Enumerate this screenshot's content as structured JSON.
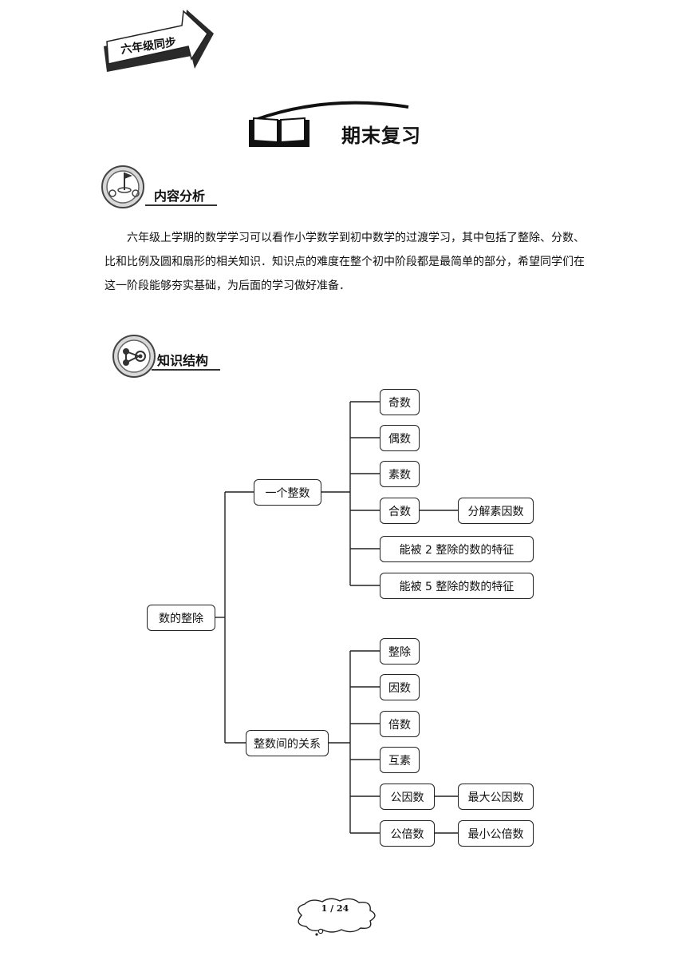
{
  "header": {
    "grade_tag": "六年级同步"
  },
  "page_title": "期末复习",
  "sections": {
    "content_analysis": "内容分析",
    "knowledge_structure": "知识结构"
  },
  "intro_text": "六年级上学期的数学学习可以看作小学数学到初中数学的过渡学习，其中包括了整除、分数、比和比例及圆和扇形的相关知识．知识点的难度在整个初中阶段都是最简单的部分，希望同学们在这一阶段能够夯实基础，为后面的学习做好准备．",
  "tree": {
    "root": "数的整除",
    "branches": [
      {
        "label": "一个整数",
        "children": [
          {
            "label": "奇数"
          },
          {
            "label": "偶数"
          },
          {
            "label": "素数"
          },
          {
            "label": "合数",
            "child": "分解素因数"
          },
          {
            "label": "能被 2 整除的数的特征"
          },
          {
            "label": "能被 5 整除的数的特征"
          }
        ]
      },
      {
        "label": "整数间的关系",
        "children": [
          {
            "label": "整除"
          },
          {
            "label": "因数"
          },
          {
            "label": "倍数"
          },
          {
            "label": "互素"
          },
          {
            "label": "公因数",
            "child": "最大公因数"
          },
          {
            "label": "公倍数",
            "child": "最小公倍数"
          }
        ]
      }
    ]
  },
  "footer": {
    "page": "1 / 24"
  }
}
